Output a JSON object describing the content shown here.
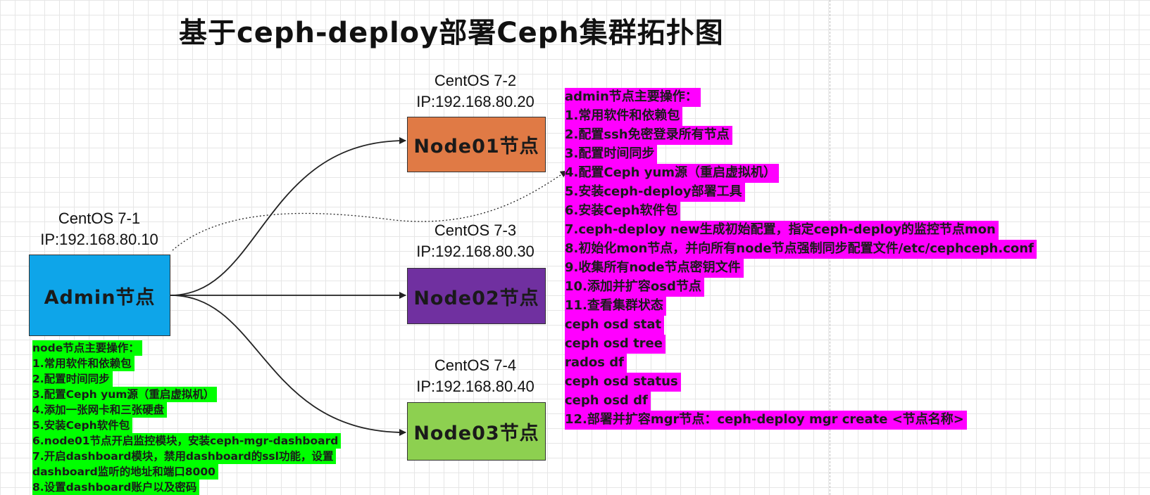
{
  "title": "基于ceph-deploy部署Ceph集群拓扑图",
  "colors": {
    "admin": "#0ea5e9",
    "node01": "#e07a45",
    "node02": "#7030a0",
    "node03": "#8dd050",
    "node_notes_bg": "#00ff00",
    "admin_notes_bg": "#ff00ff",
    "edge": "#222222"
  },
  "hosts": {
    "admin": {
      "os": "CentOS 7-1",
      "ip": "IP:192.168.80.10",
      "label": "Admin节点"
    },
    "node01": {
      "os": "CentOS 7-2",
      "ip": "IP:192.168.80.20",
      "label": "Node01节点"
    },
    "node02": {
      "os": "CentOS 7-3",
      "ip": "IP:192.168.80.30",
      "label": "Node02节点"
    },
    "node03": {
      "os": "CentOS 7-4",
      "ip": "IP:192.168.80.40",
      "label": "Node03节点"
    }
  },
  "edges": [
    {
      "from": "admin",
      "to": "node01",
      "style": "solid",
      "arrow": true
    },
    {
      "from": "admin",
      "to": "node02",
      "style": "solid",
      "arrow": true
    },
    {
      "from": "admin",
      "to": "node03",
      "style": "solid",
      "arrow": true
    },
    {
      "from": "admin",
      "to": "admin_notes",
      "style": "dotted",
      "arrow": true
    }
  ],
  "node_notes": [
    "node节点主要操作：",
    "1.常用软件和依赖包",
    "2.配置时间同步",
    "3.配置Ceph yum源（重启虚拟机）",
    "4.添加一张网卡和三张硬盘",
    "5.安装Ceph软件包",
    "6.node01节点开启监控模块，安装ceph-mgr-dashboard",
    "7.开启dashboard模块，禁用dashboard的ssl功能，设置",
    "dashboard监听的地址和端口8000",
    "8.设置dashboard账户以及密码"
  ],
  "admin_notes": [
    "admin节点主要操作：",
    "1.常用软件和依赖包",
    "2.配置ssh免密登录所有节点",
    "3.配置时间同步",
    "4.配置Ceph yum源（重启虚拟机）",
    "5.安装ceph-deploy部署工具",
    "6.安装Ceph软件包",
    "7.ceph-deploy new生成初始配置，指定ceph-deploy的监控节点mon",
    "8.初始化mon节点，并向所有node节点强制同步配置文件/etc/cephceph.conf",
    "9.收集所有node节点密钥文件",
    "10.添加并扩容osd节点",
    "11.查看集群状态",
    "ceph osd stat",
    "ceph osd tree",
    "rados df",
    "ceph osd status",
    "ceph osd df",
    "12.部署并扩容mgr节点：ceph-deploy mgr create <节点名称>"
  ]
}
